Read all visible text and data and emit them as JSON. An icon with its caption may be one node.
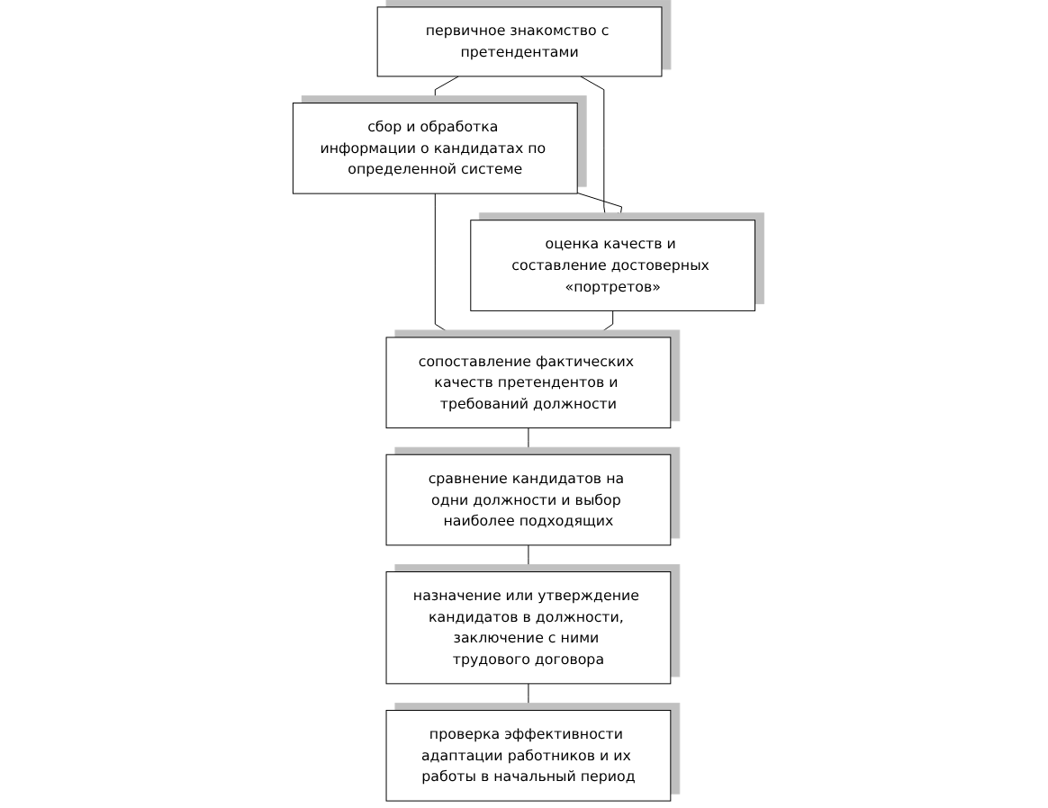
{
  "diagram": {
    "nodes": [
      {
        "text": [
          "первичное знакомство с претендентами"
        ]
      },
      {
        "text": [
          "сбор и обработка информации о кандидатах по определенной системе"
        ]
      },
      {
        "text": [
          "оценка качеств и составление достоверных «портретов»"
        ]
      },
      {
        "text": [
          "сопоставление фактических качеств претендентов и требований должности"
        ]
      },
      {
        "text": [
          "сравнение кандидатов на одни должности и выбор наиболее подходящих"
        ]
      },
      {
        "text": [
          "назначение или утверждение кандидатов в должности, заключение с ними трудового договора"
        ]
      },
      {
        "text": [
          "проверка эффективности адаптации работников и их работы в начальный период"
        ]
      }
    ],
    "edges": [
      {
        "from": 0,
        "to": 1,
        "arrow": "none"
      },
      {
        "from": 0,
        "to": 2,
        "arrow": "none"
      },
      {
        "from": 1,
        "to": 2,
        "arrow": "to"
      },
      {
        "from": 1,
        "to": 3,
        "arrow": "none"
      },
      {
        "from": 2,
        "to": 3,
        "arrow": "none"
      },
      {
        "from": 3,
        "to": 4,
        "arrow": "none"
      },
      {
        "from": 4,
        "to": 5,
        "arrow": "none"
      },
      {
        "from": 5,
        "to": 6,
        "arrow": "none"
      }
    ]
  }
}
